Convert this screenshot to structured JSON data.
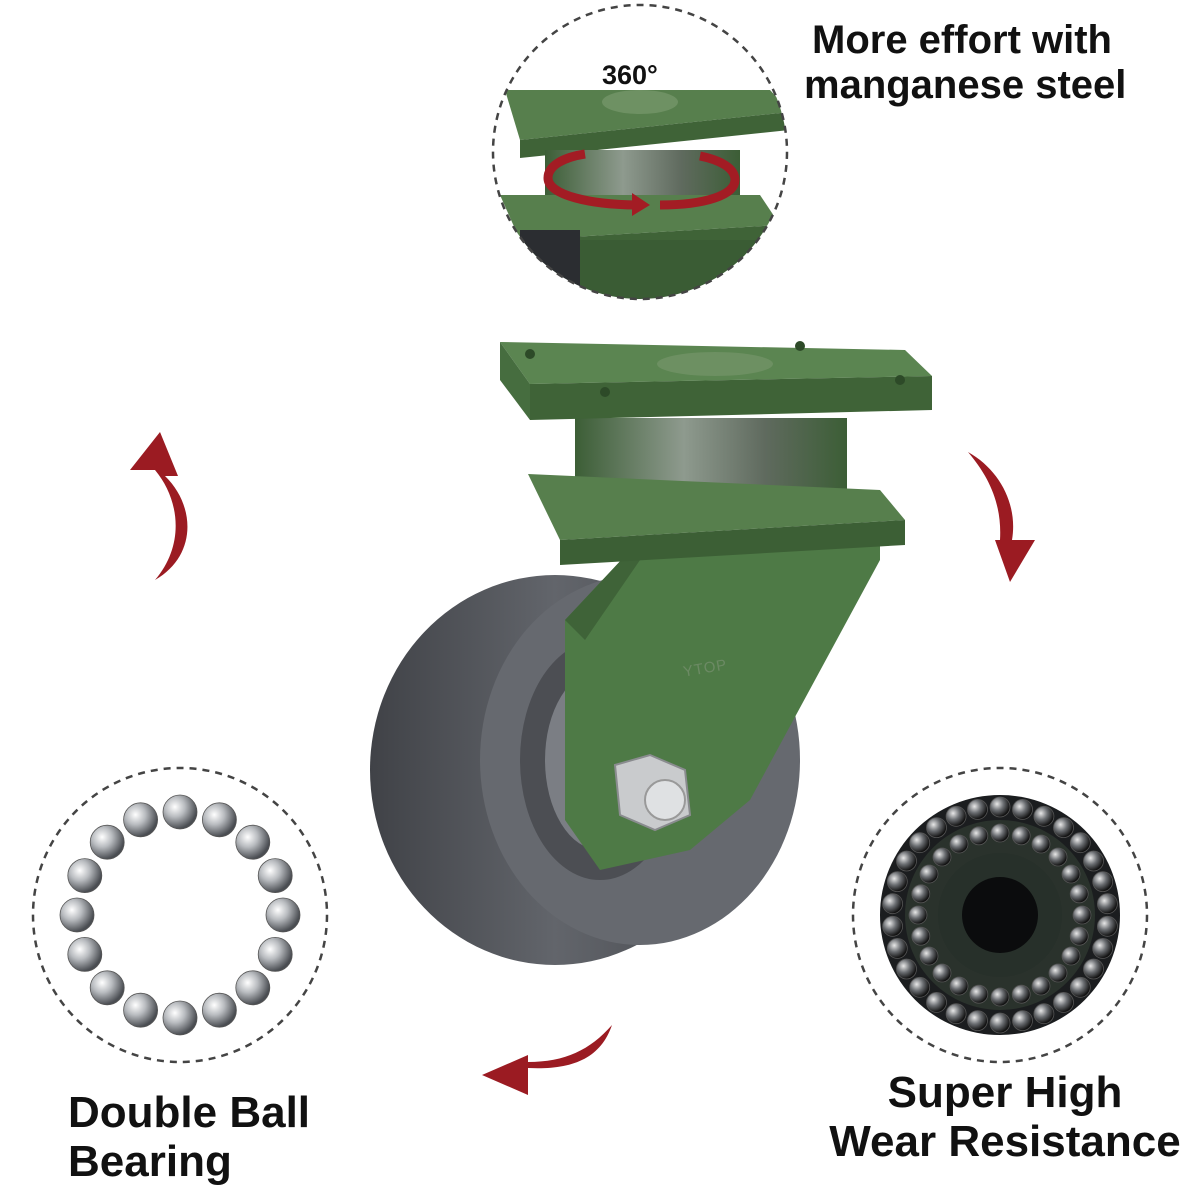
{
  "captions": {
    "top": [
      "More effort with",
      "manganese steel"
    ],
    "degree": "360°",
    "left": [
      "Double Ball",
      "Bearing"
    ],
    "right": [
      "Super High",
      "Wear Resistance"
    ]
  },
  "product": {
    "brand_mark": "YTOP"
  },
  "colors": {
    "frame_green": "#4f7a47",
    "frame_dark": "#3a5c34",
    "wheel_gray": "#595b60",
    "wheel_dark": "#3e4045",
    "arrow_red": "#9b1b22",
    "dash_circle": "#555555"
  },
  "icons": [
    "rotate-arrow-icon",
    "curved-arrow-icon"
  ]
}
